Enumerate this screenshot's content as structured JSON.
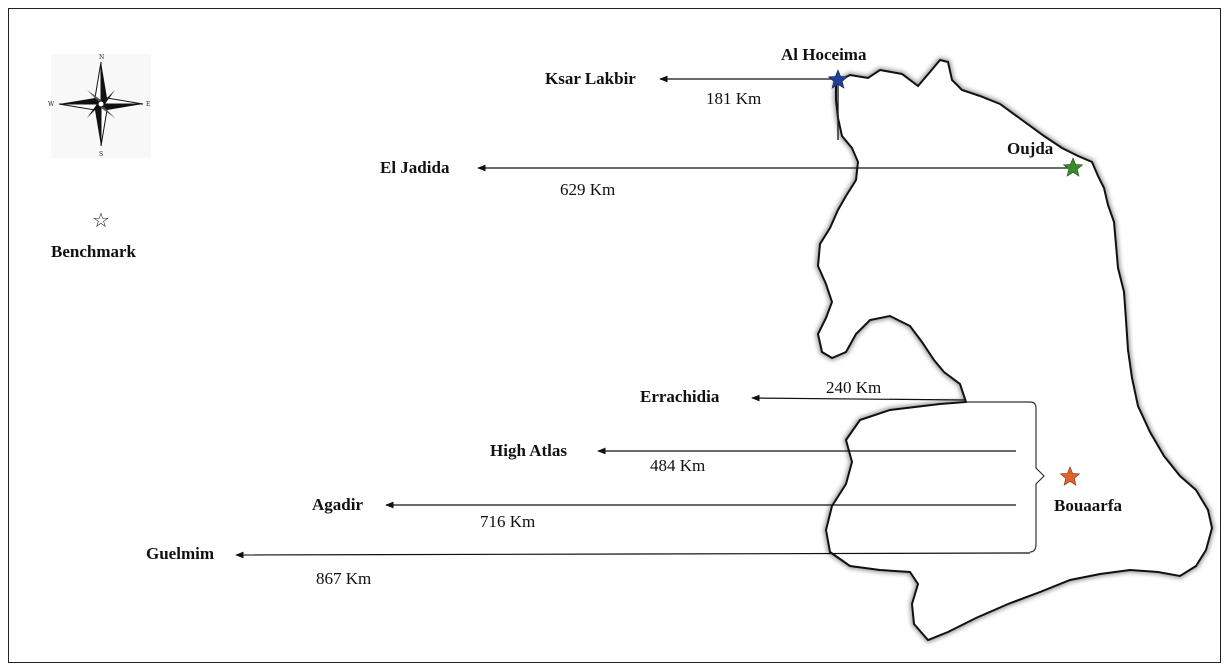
{
  "map": {
    "compass": {
      "north": "N",
      "south": "S",
      "east": "E",
      "west": "W"
    },
    "legend": {
      "symbol": "☆",
      "label": "Benchmark"
    },
    "origins": {
      "al_hoceima": {
        "name": "Al Hoceima",
        "star_color": "#1f3f9a"
      },
      "oujda": {
        "name": "Oujda",
        "star_color": "#3a8a2a"
      },
      "bouaarfa": {
        "name": "Bouaarfa",
        "star_color": "#e0642a"
      }
    },
    "routes": [
      {
        "id": "ksar-lakbir",
        "from": "Al Hoceima",
        "destination": "Ksar Lakbir",
        "distance": "181 Km"
      },
      {
        "id": "el-jadida",
        "from": "Oujda",
        "destination": "El Jadida",
        "distance": "629 Km"
      },
      {
        "id": "errachidia",
        "from": "Bouaarfa",
        "destination": "Errachidia",
        "distance": "240 Km"
      },
      {
        "id": "high-atlas",
        "from": "Bouaarfa",
        "destination": "High Atlas",
        "distance": "484 Km"
      },
      {
        "id": "agadir",
        "from": "Bouaarfa",
        "destination": "Agadir",
        "distance": "716 Km"
      },
      {
        "id": "guelmim",
        "from": "Bouaarfa",
        "destination": "Guelmim",
        "distance": "867 Km"
      }
    ]
  }
}
